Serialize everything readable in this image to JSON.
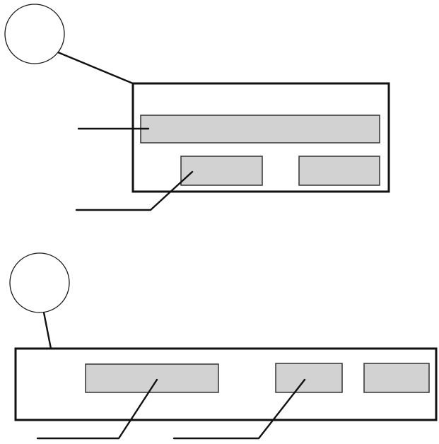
{
  "diagram": {
    "figures": [
      {
        "id": "upper-figure",
        "callout_count": 1,
        "panel": {
          "fields": [
            "wide-field",
            "left-small-field",
            "right-small-field"
          ]
        },
        "leader_line_count": 2
      },
      {
        "id": "lower-figure",
        "callout_count": 1,
        "panel": {
          "fields": [
            "wide-field",
            "middle-small-field",
            "right-small-field"
          ]
        },
        "leader_line_count": 2
      }
    ],
    "colors": {
      "frame": "#111111",
      "slot_fill": "#d2d2d2",
      "slot_stroke": "#333333",
      "background": "#ffffff"
    }
  }
}
